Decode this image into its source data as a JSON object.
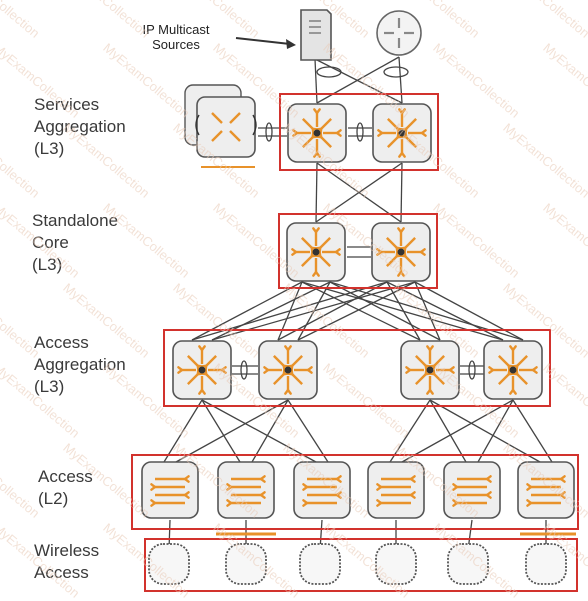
{
  "labels": {
    "sources": [
      "IP Multicast",
      "Sources"
    ],
    "services": [
      "Services",
      "Aggregation",
      "(L3)"
    ],
    "core": [
      "Standalone",
      "Core",
      "(L3)"
    ],
    "access_agg": [
      "Access",
      "Aggregation",
      "(L3)"
    ],
    "access": [
      "Access",
      "(L2)"
    ],
    "wireless": [
      "Wireless",
      "Access"
    ]
  },
  "watermark": "MyExamCollection",
  "colors": {
    "highlight_box": "#d2322d",
    "switch_arrow": "#e8922a",
    "device_border": "#555555",
    "device_fill": "#eeeeee",
    "link_line": "#444444"
  },
  "icons": {
    "l3_switch": "router-arrows-icon",
    "l2_switch": "switch-arrows-icon",
    "access_point": "access-point-icon",
    "server": "server-icon",
    "router": "router-icon",
    "controller": "wireless-controller-icon"
  }
}
